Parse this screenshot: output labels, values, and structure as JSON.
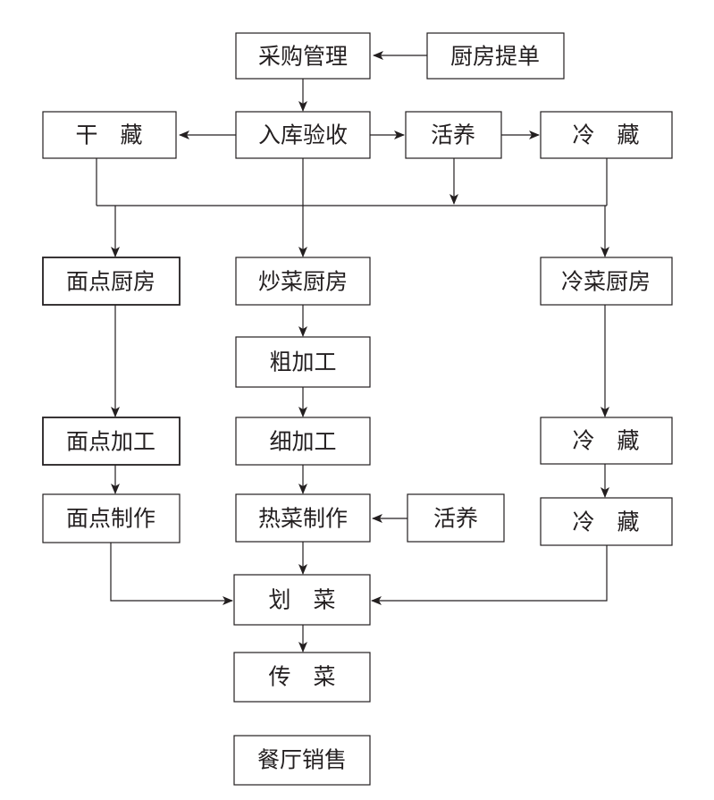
{
  "nodes": {
    "purchase_mgmt": "采购管理",
    "kitchen_order": "厨房提单",
    "dry_storage": "干　藏",
    "receiving_inspection": "入库验收",
    "live_keeping_top": "活养",
    "cold_storage_top": "冷　藏",
    "pastry_kitchen": "面点厨房",
    "stirfry_kitchen": "炒菜厨房",
    "cold_dish_kitchen": "冷菜厨房",
    "rough_processing": "粗加工",
    "pastry_processing": "面点加工",
    "fine_processing": "细加工",
    "cold_storage_mid": "冷　藏",
    "pastry_making": "面点制作",
    "hot_dish_making": "热菜制作",
    "live_keeping_side": "活养",
    "cold_storage_low": "冷　藏",
    "dish_allocation": "划　菜",
    "dish_delivery": "传　菜",
    "restaurant_sales": "餐厅销售"
  },
  "colors": {
    "ink": "#231f20",
    "background": "#ffffff"
  }
}
